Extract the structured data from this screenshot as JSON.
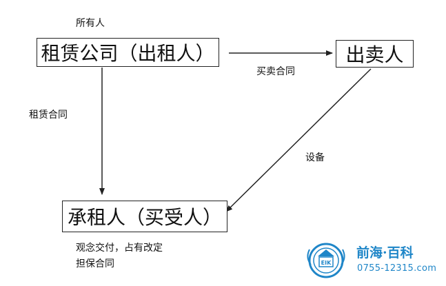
{
  "nodes": {
    "leasing_company": "租赁公司（出租人）",
    "seller": "出卖人",
    "lessee": "承租人（买受人）"
  },
  "labels": {
    "owner": "所有人",
    "sales_contract": "买卖合同",
    "lease_contract": "租赁合同",
    "equipment": "设备",
    "note_line1": "观念交付，占有改定",
    "note_line2": "担保合同"
  },
  "logo": {
    "name": "前海·百科",
    "phone": "0755-12315.com",
    "emblem_text": "EIK",
    "color": "#1f86c8"
  }
}
